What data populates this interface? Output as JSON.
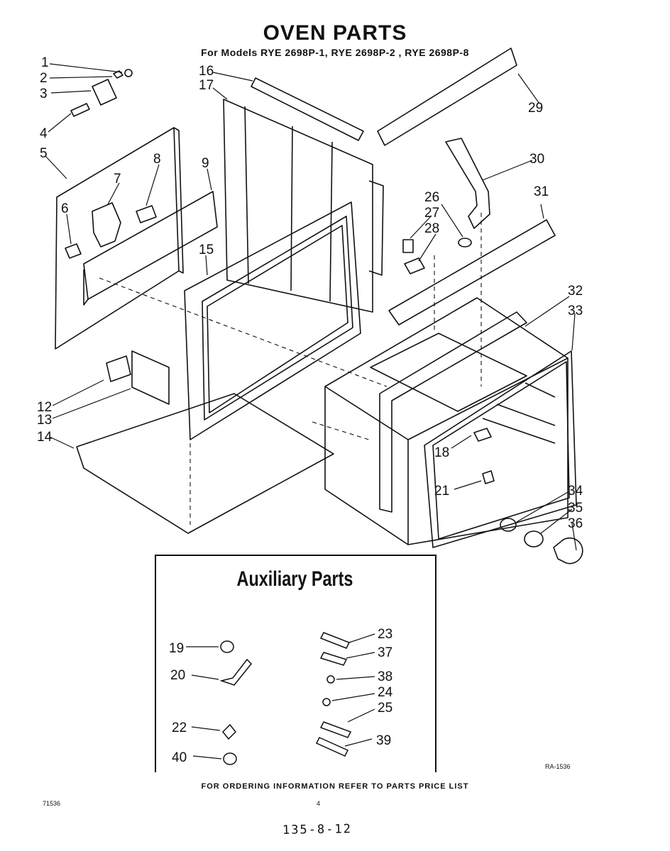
{
  "title": "OVEN PARTS",
  "subtitle": "For Models RYE 2698P-1, RYE 2698P-2 , RYE 2698P-8",
  "callouts": [
    "1",
    "2",
    "3",
    "4",
    "5",
    "6",
    "7",
    "8",
    "9",
    "12",
    "13",
    "14",
    "15",
    "16",
    "17",
    "18",
    "21",
    "26",
    "27",
    "28",
    "29",
    "30",
    "31",
    "32",
    "33",
    "34",
    "35",
    "36"
  ],
  "auxiliary": {
    "title": "Auxiliary Parts",
    "callouts": [
      "19",
      "20",
      "22",
      "40",
      "23",
      "37",
      "38",
      "24",
      "25",
      "39"
    ]
  },
  "ra_code": "RA-1536",
  "footer": "FOR ORDERING INFORMATION REFER TO PARTS PRICE LIST",
  "left_code": "71536",
  "page_number": "4",
  "handwritten_note": "135-8-12"
}
